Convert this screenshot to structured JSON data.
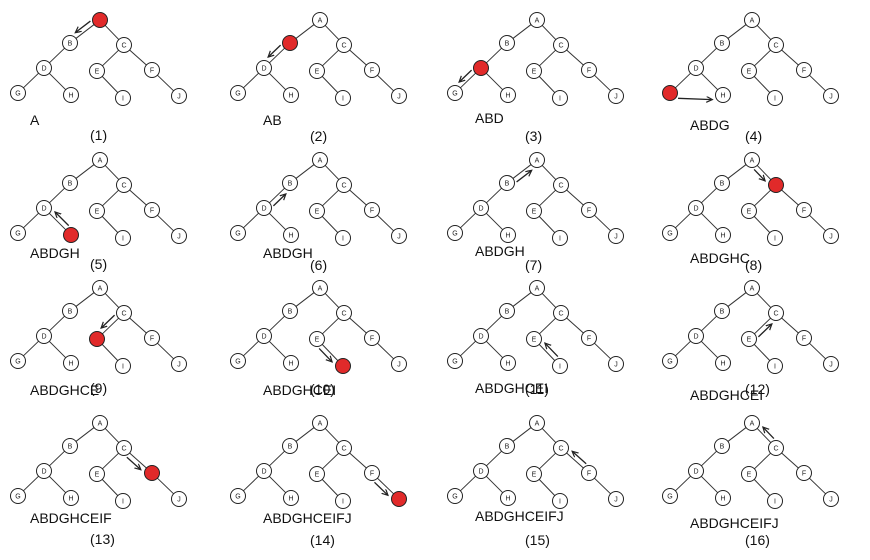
{
  "tree": {
    "nodes": [
      "A",
      "B",
      "C",
      "D",
      "E",
      "F",
      "G",
      "H",
      "I",
      "J"
    ],
    "edges": [
      [
        "A",
        "B"
      ],
      [
        "A",
        "C"
      ],
      [
        "B",
        "D"
      ],
      [
        "C",
        "E"
      ],
      [
        "C",
        "F"
      ],
      [
        "D",
        "G"
      ],
      [
        "D",
        "H"
      ],
      [
        "E",
        "I"
      ],
      [
        "F",
        "J"
      ]
    ]
  },
  "steps": [
    {
      "caption": "(1)",
      "sequence": "A",
      "active": "A",
      "arrow": {
        "from": "A",
        "to": "B"
      }
    },
    {
      "caption": "(2)",
      "sequence": "AB",
      "active": "B",
      "arrow": {
        "from": "B",
        "to": "D"
      }
    },
    {
      "caption": "(3)",
      "sequence": "ABD",
      "active": "D",
      "arrow": {
        "from": "D",
        "to": "G"
      }
    },
    {
      "caption": "(4)",
      "sequence": "ABDG",
      "active": "G",
      "arrow": {
        "from": "G",
        "to": "H"
      }
    },
    {
      "caption": "(5)",
      "sequence": "ABDGH",
      "active": "H",
      "arrow": {
        "from": "H",
        "to": "D"
      }
    },
    {
      "caption": "(6)",
      "sequence": "ABDGH",
      "active": "",
      "arrow": {
        "from": "D",
        "to": "B"
      }
    },
    {
      "caption": "(7)",
      "sequence": "ABDGH",
      "active": "",
      "arrow": {
        "from": "B",
        "to": "A"
      }
    },
    {
      "caption": "(8)",
      "sequence": "ABDGHC",
      "active": "C",
      "arrow": {
        "from": "A",
        "to": "C"
      }
    },
    {
      "caption": "(9)",
      "sequence": "ABDGHCE",
      "active": "E",
      "arrow": {
        "from": "C",
        "to": "E"
      }
    },
    {
      "caption": "(10)",
      "sequence": "ABDGHCEI",
      "active": "I",
      "arrow": {
        "from": "E",
        "to": "I"
      }
    },
    {
      "caption": "(11)",
      "sequence": "ABDGHCEI",
      "active": "",
      "arrow": {
        "from": "I",
        "to": "E"
      }
    },
    {
      "caption": "(12)",
      "sequence": "ABDGHCEI",
      "active": "",
      "arrow": {
        "from": "E",
        "to": "C"
      }
    },
    {
      "caption": "(13)",
      "sequence": "ABDGHCEIF",
      "active": "F",
      "arrow": {
        "from": "C",
        "to": "F"
      }
    },
    {
      "caption": "(14)",
      "sequence": "ABDGHCEIFJ",
      "active": "J",
      "arrow": {
        "from": "F",
        "to": "J"
      }
    },
    {
      "caption": "(15)",
      "sequence": "ABDGHCEIFJ",
      "active": "",
      "arrow": {
        "from": "F",
        "to": "C"
      }
    },
    {
      "caption": "(16)",
      "sequence": "ABDGHCEIFJ",
      "active": "",
      "arrow": {
        "from": "C",
        "to": "A"
      }
    }
  ]
}
